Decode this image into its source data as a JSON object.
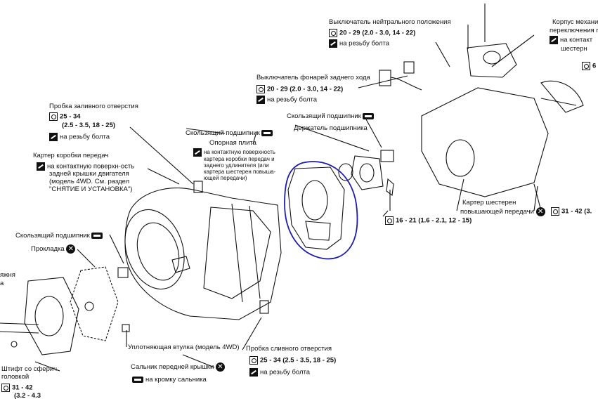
{
  "labels": {
    "neutral_switch": "Выключатель нейтрального положения",
    "neutral_torque": "20 - 29 (2.0 - 3.0, 14 - 22)",
    "neutral_sealant": "на резьбу болта",
    "shift_housing_1": "Корпус механиз",
    "shift_housing_2": "переключения п",
    "shift_housing_3": "на контакт",
    "shift_housing_4": "шестерн",
    "reverse_switch": "Выключатель фонарей заднего хода",
    "reverse_torque": "20 - 29 (2.0 - 3.0, 14 - 22)",
    "reverse_sealant": "на резьбу болта",
    "fill_plug": "Пробка заливного отверстия",
    "fill_torque_1": "25 - 34",
    "fill_torque_2": "(2.5 - 3.5, 18 - 25)",
    "fill_sealant": "на резьбу болта",
    "slide_bearing_top": "Скользящий подшипник",
    "bearing_holder": "Держатель подшипника",
    "slide_bearing_mid": "Скользящий подшипник",
    "support_plate": "Опорная плита",
    "support_note_1": "на контактную поверхность",
    "support_note_2": "картера коробки передач и",
    "support_note_3": "заднего удлинителя (или",
    "support_note_4": "картера шестерен повыша-",
    "support_note_5": "ющей передачи)",
    "gear_case": "Картер коробки передач",
    "gear_note_1": "на контактную поверхн-ость",
    "gear_note_2": "задней крышки двигателя",
    "gear_note_3": "(модель 4WD. См. раздел",
    "gear_note_4": "\"СНЯТИЕ И УСТАНОВКА\")",
    "bolt_torque_mid": "16 - 21 (1.6 - 2.1, 12 - 15)",
    "transfer_case_1": "Картер шестерен",
    "transfer_case_2": "повышающей передачи",
    "bolt_torque_right": "31 - 42 (3.",
    "right_edge_torque": "6",
    "slide_bearing_left": "Скользящий подшипник",
    "gasket": "Прокладка",
    "left_edge_1": "яжня",
    "left_edge_2": "а",
    "seal_bush": "Уплотняющая втулка (модель 4WD)",
    "front_seal": "Сальник передней крышки",
    "front_seal_note": "на кромку сальника",
    "drain_plug": "Пробка сливного отверстия",
    "drain_torque": "25 - 34 (2.5 - 3.5, 18 - 25)",
    "drain_sealant": "на резьбу болта",
    "ball_pin_1": "Штифт со сферич.",
    "ball_pin_2": "головкой",
    "ball_torque": "31 - 42",
    "ball_torque_2": "(3.2 - 4.3"
  },
  "colors": {
    "highlight": "#1c1cb0",
    "line": "#111111"
  },
  "icons": [
    "torque-icon",
    "sealant-icon",
    "grease-icon",
    "do-not-reuse-icon"
  ]
}
